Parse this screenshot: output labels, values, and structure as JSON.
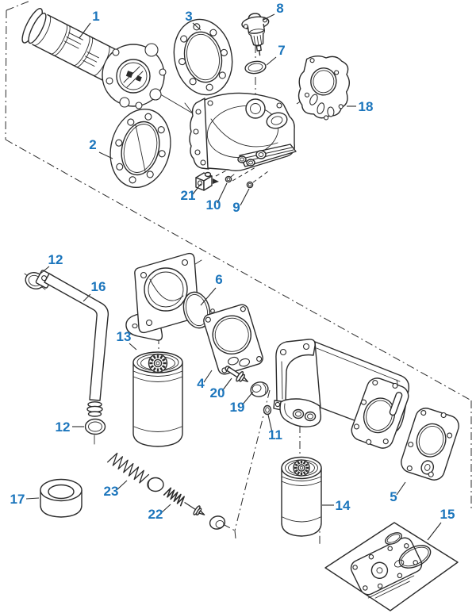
{
  "diagram": {
    "kind": "exploded-parts-diagram",
    "background_color": "#ffffff",
    "line_color": "#2b2b2b",
    "callout_color": "#1b75bc",
    "callouts": {
      "c1": {
        "label": "1"
      },
      "c2": {
        "label": "2"
      },
      "c3": {
        "label": "3"
      },
      "c4": {
        "label": "4"
      },
      "c5": {
        "label": "5"
      },
      "c6": {
        "label": "6"
      },
      "c7": {
        "label": "7"
      },
      "c8": {
        "label": "8"
      },
      "c9": {
        "label": "9"
      },
      "c10": {
        "label": "10"
      },
      "c11": {
        "label": "11"
      },
      "c12a": {
        "label": "12"
      },
      "c12b": {
        "label": "12"
      },
      "c13": {
        "label": "13"
      },
      "c14": {
        "label": "14"
      },
      "c15": {
        "label": "15"
      },
      "c16": {
        "label": "16"
      },
      "c17": {
        "label": "17"
      },
      "c18": {
        "label": "18"
      },
      "c19": {
        "label": "19"
      },
      "c20": {
        "label": "20"
      },
      "c21": {
        "label": "21"
      },
      "c22": {
        "label": "22"
      },
      "c23": {
        "label": "23"
      }
    }
  }
}
